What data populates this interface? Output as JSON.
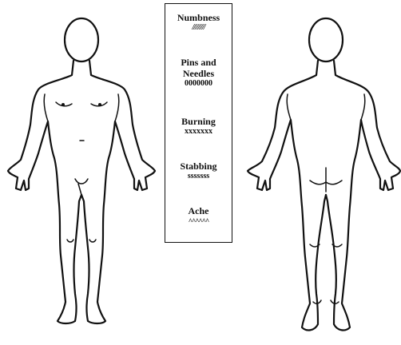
{
  "legend": {
    "items": [
      {
        "label": "Numbness",
        "symbol": "/////////"
      },
      {
        "label": "Pins and Needles",
        "symbol": "0000000"
      },
      {
        "label": "Burning",
        "symbol": "xxxxxxx"
      },
      {
        "label": "Stabbing",
        "symbol": "sssssss"
      },
      {
        "label": "Ache",
        "symbol": "^^^^^^"
      }
    ]
  },
  "figures": {
    "front": {
      "view": "front"
    },
    "back": {
      "view": "back"
    }
  }
}
